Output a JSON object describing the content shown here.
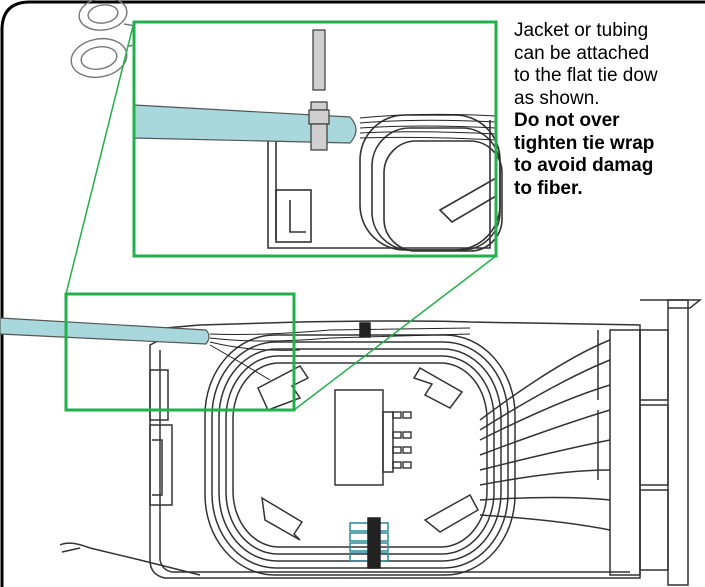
{
  "caption": {
    "normal_lines": [
      "Jacket or tubing",
      "can be attached",
      "to the flat tie dow",
      "as shown."
    ],
    "warning_lines": [
      "Do not over",
      "tighten tie wrap",
      "to avoid damag",
      "to fiber."
    ]
  },
  "colors": {
    "callout_green": "#22b04b",
    "tubing_blue": "#a8d8dc",
    "frame_black": "#000000",
    "tray_line": "#333333"
  },
  "icons": [
    "scissors-icon"
  ]
}
